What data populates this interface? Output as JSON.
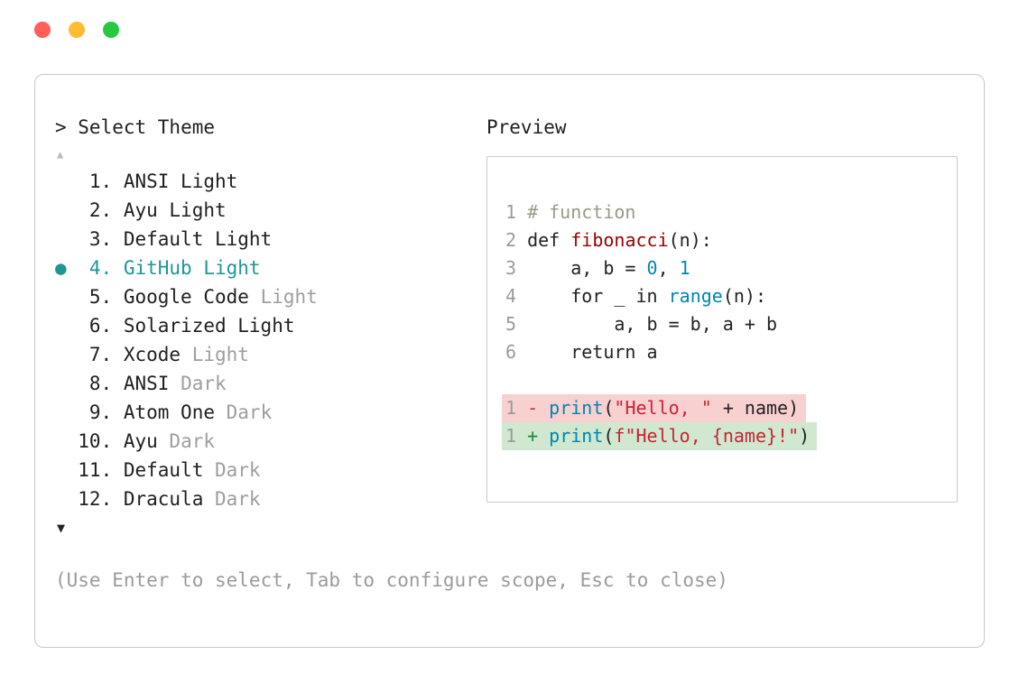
{
  "window": {
    "controls": [
      {
        "name": "close",
        "color": "#ff5f57"
      },
      {
        "name": "minimize",
        "color": "#febc2e"
      },
      {
        "name": "zoom",
        "color": "#28c840"
      }
    ]
  },
  "picker": {
    "title": "> Select Theme",
    "scroll_up_indicator": "▲",
    "scroll_down_indicator": "▼",
    "selected_bullet": "●",
    "help_text": "(Use Enter to select, Tab to configure scope, Esc to close)",
    "items": [
      {
        "number": "1.",
        "label": "ANSI Light",
        "dim_suffix": "",
        "selected": false
      },
      {
        "number": "2.",
        "label": "Ayu Light",
        "dim_suffix": "",
        "selected": false
      },
      {
        "number": "3.",
        "label": "Default Light",
        "dim_suffix": "",
        "selected": false
      },
      {
        "number": "4.",
        "label": "GitHub Light",
        "dim_suffix": "",
        "selected": true
      },
      {
        "number": "5.",
        "label": "Google Code ",
        "dim_suffix": "Light",
        "selected": false
      },
      {
        "number": "6.",
        "label": "Solarized Light",
        "dim_suffix": "",
        "selected": false
      },
      {
        "number": "7.",
        "label": "Xcode ",
        "dim_suffix": "Light",
        "selected": false
      },
      {
        "number": "8.",
        "label": "ANSI ",
        "dim_suffix": "Dark",
        "selected": false
      },
      {
        "number": "9.",
        "label": "Atom One ",
        "dim_suffix": "Dark",
        "selected": false
      },
      {
        "number": "10.",
        "label": "Ayu ",
        "dim_suffix": "Dark",
        "selected": false
      },
      {
        "number": "11.",
        "label": "Default ",
        "dim_suffix": "Dark",
        "selected": false
      },
      {
        "number": "12.",
        "label": "Dracula ",
        "dim_suffix": "Dark",
        "selected": false
      }
    ]
  },
  "preview": {
    "label": "Preview",
    "code_lines": [
      {
        "num": "1",
        "segments": [
          {
            "t": "# function",
            "c": "comment"
          }
        ]
      },
      {
        "num": "2",
        "segments": [
          {
            "t": "def ",
            "c": "plain"
          },
          {
            "t": "fibonacci",
            "c": "func"
          },
          {
            "t": "(n):",
            "c": "plain"
          }
        ]
      },
      {
        "num": "3",
        "segments": [
          {
            "t": "    a, b = ",
            "c": "plain"
          },
          {
            "t": "0",
            "c": "blue"
          },
          {
            "t": ", ",
            "c": "plain"
          },
          {
            "t": "1",
            "c": "blue"
          }
        ]
      },
      {
        "num": "4",
        "segments": [
          {
            "t": "    for _ in ",
            "c": "plain"
          },
          {
            "t": "range",
            "c": "blue"
          },
          {
            "t": "(n):",
            "c": "plain"
          }
        ]
      },
      {
        "num": "5",
        "segments": [
          {
            "t": "        a, b = b, a + b",
            "c": "plain"
          }
        ]
      },
      {
        "num": "6",
        "segments": [
          {
            "t": "    return a",
            "c": "plain"
          }
        ]
      }
    ],
    "diff_lines": [
      {
        "num": "1",
        "type": "removed",
        "segments": [
          {
            "t": "- ",
            "c": "minus"
          },
          {
            "t": "print",
            "c": "blue"
          },
          {
            "t": "(",
            "c": "plain"
          },
          {
            "t": "\"Hello, \"",
            "c": "str"
          },
          {
            "t": " + name)",
            "c": "plain"
          }
        ]
      },
      {
        "num": "1",
        "type": "added",
        "segments": [
          {
            "t": "+ ",
            "c": "plus"
          },
          {
            "t": "print",
            "c": "blue"
          },
          {
            "t": "(",
            "c": "plain"
          },
          {
            "t": "f\"Hello, {name}!\"",
            "c": "str"
          },
          {
            "t": ")",
            "c": "plain"
          }
        ]
      }
    ]
  },
  "colors": {
    "accent_teal": "#1e9696",
    "dim_text": "#9e9e9e",
    "comment": "#999988",
    "function_red": "#990000",
    "builtin_blue": "#0086b3",
    "string_red": "#cc2233",
    "diff_minus": "#c0392b",
    "diff_plus": "#22863a",
    "diff_removed_bg": "#f8d0d0",
    "diff_added_bg": "#cfe8cf"
  }
}
